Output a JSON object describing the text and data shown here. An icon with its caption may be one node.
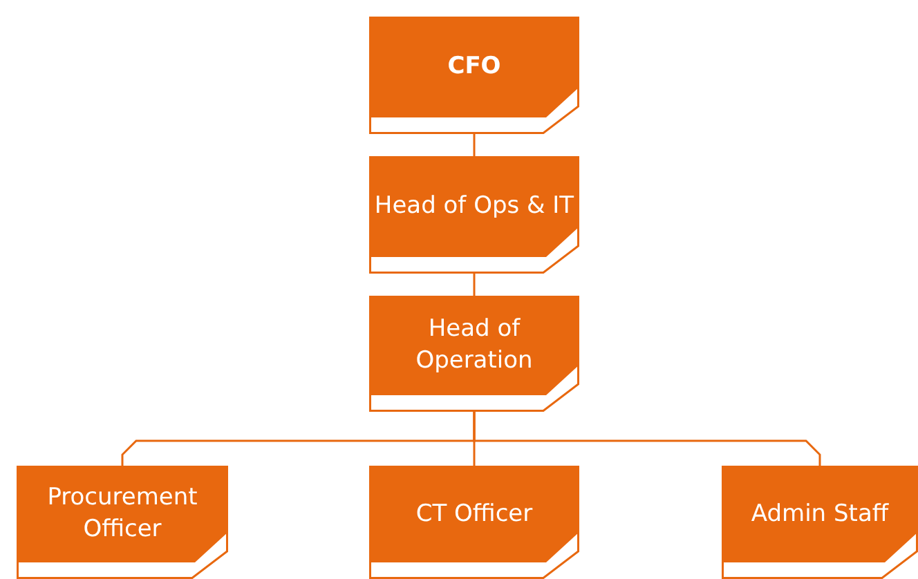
{
  "diagram": {
    "nodes": [
      {
        "text": [
          "CFO"
        ]
      },
      {
        "text": [
          "Head of Ops & IT"
        ]
      },
      {
        "text": [
          "Head of Operation"
        ]
      },
      {
        "text": [
          "Procurement Officer"
        ]
      },
      {
        "text": [
          "CT Officer"
        ]
      },
      {
        "text": [
          "Admin Staff"
        ]
      }
    ],
    "edges": [
      {
        "from": 0,
        "to": 1,
        "arrow": "none"
      },
      {
        "from": 1,
        "to": 2,
        "arrow": "none"
      },
      {
        "from": 2,
        "to": 3,
        "arrow": "none"
      },
      {
        "from": 2,
        "to": 4,
        "arrow": "none"
      },
      {
        "from": 2,
        "to": 5,
        "arrow": "none"
      }
    ]
  }
}
